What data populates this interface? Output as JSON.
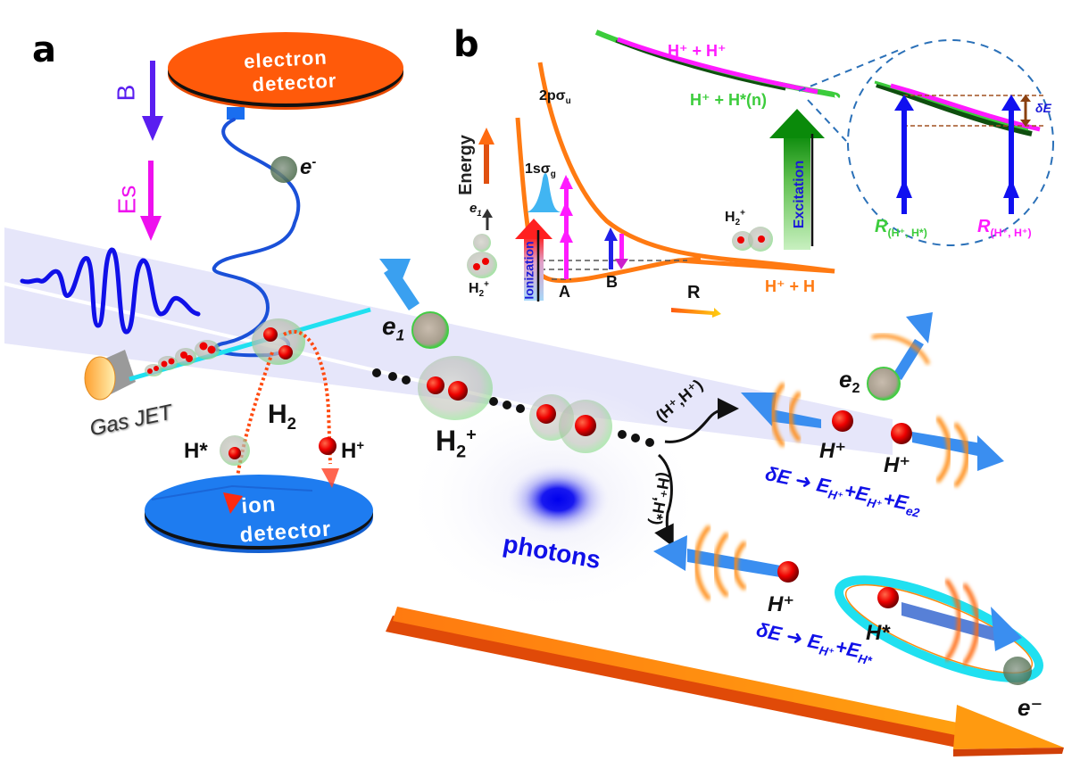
{
  "figure": {
    "panels": [
      {
        "id": "a",
        "label": "a"
      },
      {
        "id": "b",
        "label": "b"
      }
    ]
  },
  "panel_a": {
    "electron_detector": {
      "line1": "electron",
      "line2": "detector"
    },
    "ion_detector": {
      "line1": "ion",
      "line2": "detector"
    },
    "field_B": "B",
    "field_Es": "Es",
    "electron_label": "e",
    "electron_sup": "-",
    "gas_jet": "Gas JET",
    "molecule": "H",
    "molecule_sub": "2",
    "h_star": "H*",
    "h_plus": "H",
    "h_plus_sup": "+",
    "e1": "e",
    "e1_sub": "1"
  },
  "panel_b": {
    "energy_axis": "Energy",
    "r_axis": "R",
    "curve_1s": {
      "main": "1sσ",
      "sub": "g"
    },
    "curve_2p": {
      "main": "2pσ",
      "sub": "u"
    },
    "curve_hplus_hplus": "H⁺ + H⁺",
    "curve_hplus_hstar": "H⁺ + H*(n)",
    "curve_hplus_h": "H⁺ + H",
    "ionization": "Ionization",
    "excitation": "Excitation",
    "point_A": "A",
    "point_B": "B",
    "e1": "e",
    "e1_sub": "1",
    "h2plus": "H",
    "h2plus_sub": "2",
    "h2plus_sup": "+",
    "inset": {
      "delta_E": "δE",
      "r_hstar": {
        "main": "R",
        "sub": "(H⁺, H*)"
      },
      "r_hplus": {
        "main": "R",
        "sub": "(H⁺, H⁺)"
      }
    }
  },
  "lower": {
    "h2plus": {
      "main": "H",
      "sub": "2",
      "sup": "+"
    },
    "channel_double": "(H⁺,H⁺)",
    "channel_excited": "(H⁺,H*)",
    "photons": "photons",
    "e2": {
      "main": "e",
      "sub": "2"
    },
    "hplus_1": "H⁺",
    "hplus_2": "H⁺",
    "hplus_3": "H⁺",
    "hstar": "H*",
    "electron": "e⁻",
    "eq1": {
      "lhs": "δE",
      "rhs": "E",
      "t1": "H⁺",
      "plus": "+E",
      "t2": "H⁺",
      "plus2": "+E",
      "t3": "e2"
    },
    "eq2": {
      "lhs": "δE",
      "rhs": "E",
      "t1": "H⁺",
      "plus": "+E",
      "t2": "H*"
    }
  },
  "colors": {
    "orange_detector": "#ff5a0a",
    "blue_detector": "#1e7cf0",
    "B_arrow": "#5a1ef0",
    "Es_arrow": "#ee10ee",
    "curve_orange": "#ff7a12",
    "magenta": "#ff1aff",
    "green": "#3ccc3c",
    "dark_green": "#0f4f0f",
    "text_blue": "#1010e8",
    "beam": "#e6e6fa",
    "cyan": "#20e0f0"
  }
}
